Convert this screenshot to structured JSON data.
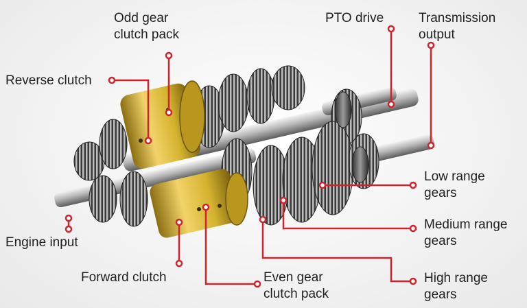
{
  "labels": {
    "odd_gear_clutch_pack": [
      "Odd gear",
      "clutch pack"
    ],
    "reverse_clutch": [
      "Reverse clutch"
    ],
    "pto_drive": [
      "PTO drive"
    ],
    "transmission_output": [
      "Transmission",
      "output"
    ],
    "low_range_gears": [
      "Low range",
      "gears"
    ],
    "medium_range_gears": [
      "Medium range",
      "gears"
    ],
    "high_range_gears": [
      "High range",
      "gears"
    ],
    "engine_input": [
      "Engine input"
    ],
    "forward_clutch": [
      "Forward clutch"
    ],
    "even_gear_clutch_pack": [
      "Even gear",
      "clutch pack"
    ]
  },
  "colors": {
    "leader": "#d2232a",
    "clutch_gold": "#d4b32e",
    "steel": "#8a8a8a",
    "text": "#1f1f1f"
  }
}
